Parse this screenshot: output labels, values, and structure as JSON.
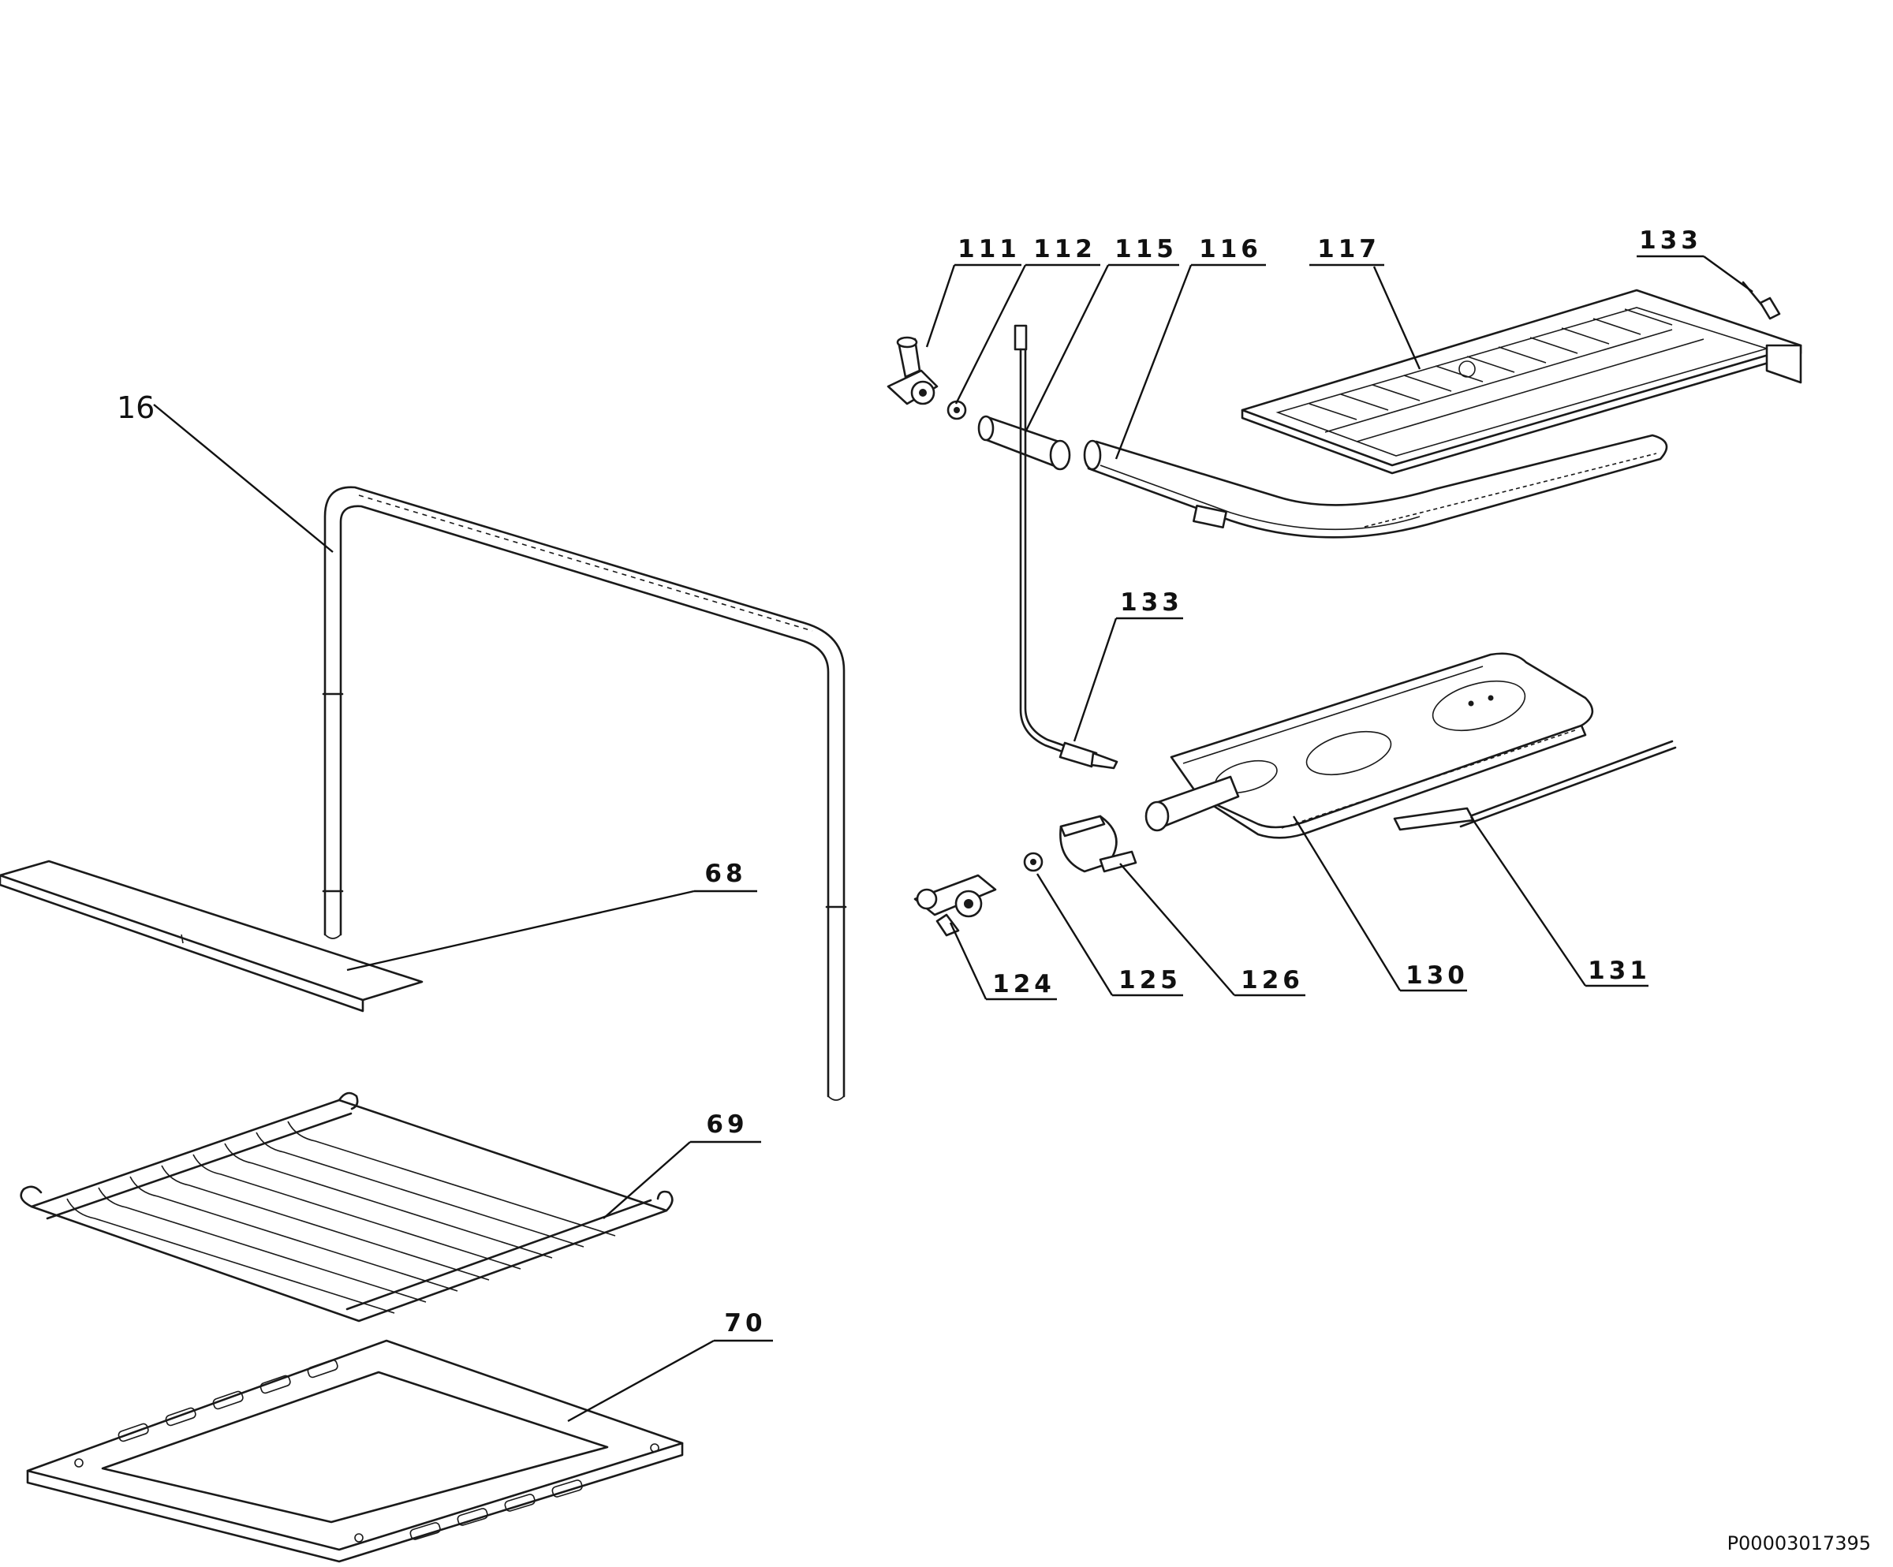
{
  "callouts": {
    "c16": "16",
    "c68": "68",
    "c69": "69",
    "c70": "70",
    "c111": "111",
    "c112": "112",
    "c115": "115",
    "c116": "116",
    "c117": "117",
    "c133a": "133",
    "c133b": "133",
    "c124": "124",
    "c125": "125",
    "c126": "126",
    "c130": "130",
    "c131": "131"
  },
  "document_id": "P00003017395"
}
